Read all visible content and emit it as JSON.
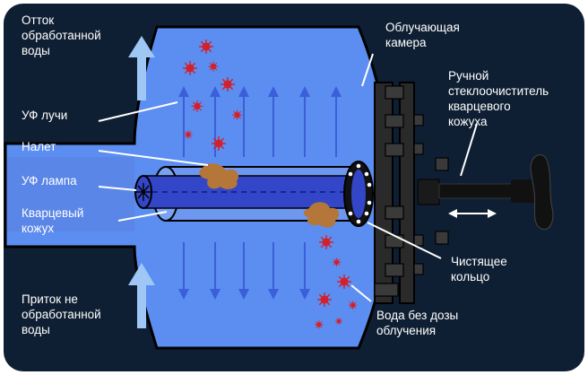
{
  "labels": {
    "outflow": "Отток\nобработанной\nводы",
    "uv_rays": "УФ лучи",
    "deposit": "Налет",
    "uv_lamp": "УФ лампа",
    "quartz_sleeve": "Кварцевый\nкожух",
    "inflow": "Приток не\nобработанной\nводы",
    "chamber": "Облучающая\nкамера",
    "wiper": "Ручной\nстеклоочиститель\nкварцевого\nкожуха",
    "cleaning_ring": "Чистящее\nкольцо",
    "untreated_water": "Вода без дозы\nоблучения"
  },
  "colors": {
    "background": "#0f1f33",
    "water": "#5b8ef0",
    "water_dark": "#2f5fd0",
    "lamp": "#3346c8",
    "arrow": "#9ec7f5",
    "ray": "#3a5fd8",
    "microbe": "#d4202a",
    "deposit": "#b5763a",
    "metal": "#1a1a1a"
  }
}
